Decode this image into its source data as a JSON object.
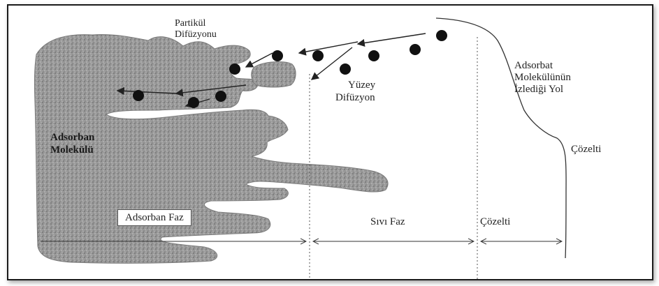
{
  "labels": {
    "particle_diffusion_line1": "Partikül",
    "particle_diffusion_line2": "Difüzyonu",
    "surface_diffusion_line1": "Yüzey",
    "surface_diffusion_line2": "Difüzyon",
    "adsorbate_path_line1": "Adsorbat",
    "adsorbate_path_line2": "Molekülünün",
    "adsorbate_path_line3": "İzlediği Yol",
    "solution_upper": "Çözelti",
    "adsorbent_molecule_line1": "Adsorban",
    "adsorbent_molecule_line2": "Molekülü",
    "adsorbent_phase": "Adsorban Faz",
    "liquid_phase": "Sıvı Faz",
    "solution_lower": "Çözelti"
  },
  "colors": {
    "adsorbent_fill": "#9a9a9a",
    "molecule": "#111111",
    "line": "#333333"
  }
}
